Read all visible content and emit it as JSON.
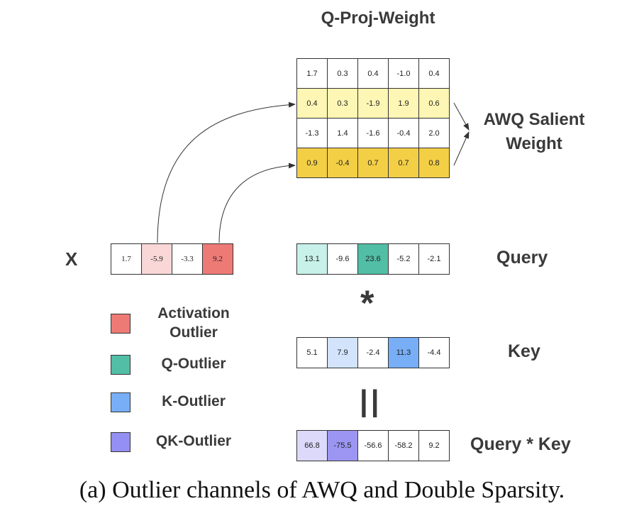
{
  "title": "Q-Proj-Weight",
  "salient_label_line1": "AWQ Salient",
  "salient_label_line2": "Weight",
  "x_label": "X",
  "query_label": "Query",
  "key_label": "Key",
  "product_label": "Query * Key",
  "multiply_symbol": "*",
  "equals_symbol": "||",
  "caption": "(a) Outlier channels of AWQ and Double Sparsity.",
  "weight_matrix": [
    [
      "1.7",
      "0.3",
      "0.4",
      "-1.0",
      "0.4"
    ],
    [
      "0.4",
      "0.3",
      "-1.9",
      "1.9",
      "0.6"
    ],
    [
      "-1.3",
      "1.4",
      "-1.6",
      "-0.4",
      "2.0"
    ],
    [
      "0.9",
      "-0.4",
      "0.7",
      "0.7",
      "0.8"
    ]
  ],
  "weight_row_colors": [
    "#ffffff",
    "#fdf6b4",
    "#ffffff",
    "#f3cf46"
  ],
  "x_vector": [
    "1.7",
    "-5.9",
    "-3.3",
    "9.2"
  ],
  "x_colors": [
    "#ffffff",
    "#f9d7d7",
    "#ffffff",
    "#ee7a76"
  ],
  "query_vector": [
    "13.1",
    "-9.6",
    "23.6",
    "-5.2",
    "-2.1"
  ],
  "query_colors": [
    "#c7f1e9",
    "#ffffff",
    "#52bea6",
    "#ffffff",
    "#ffffff"
  ],
  "key_vector": [
    "5.1",
    "7.9",
    "-2.4",
    "11.3",
    "-4.4"
  ],
  "key_colors": [
    "#ffffff",
    "#d2e3fb",
    "#ffffff",
    "#77aef6",
    "#ffffff"
  ],
  "product_vector": [
    "66.8",
    "-75.5",
    "-56.6",
    "-58.2",
    "9.2"
  ],
  "product_colors": [
    "#dcd9fb",
    "#9c96f2",
    "#ffffff",
    "#ffffff",
    "#ffffff"
  ],
  "legend": [
    {
      "line1": "Activation",
      "line2": "Outlier",
      "color": "#ee7a76"
    },
    {
      "line1": "Q-Outlier",
      "line2": "",
      "color": "#52bea6"
    },
    {
      "line1": "K-Outlier",
      "line2": "",
      "color": "#77aef6"
    },
    {
      "line1": "QK-Outlier",
      "line2": "",
      "color": "#948ff2"
    }
  ]
}
